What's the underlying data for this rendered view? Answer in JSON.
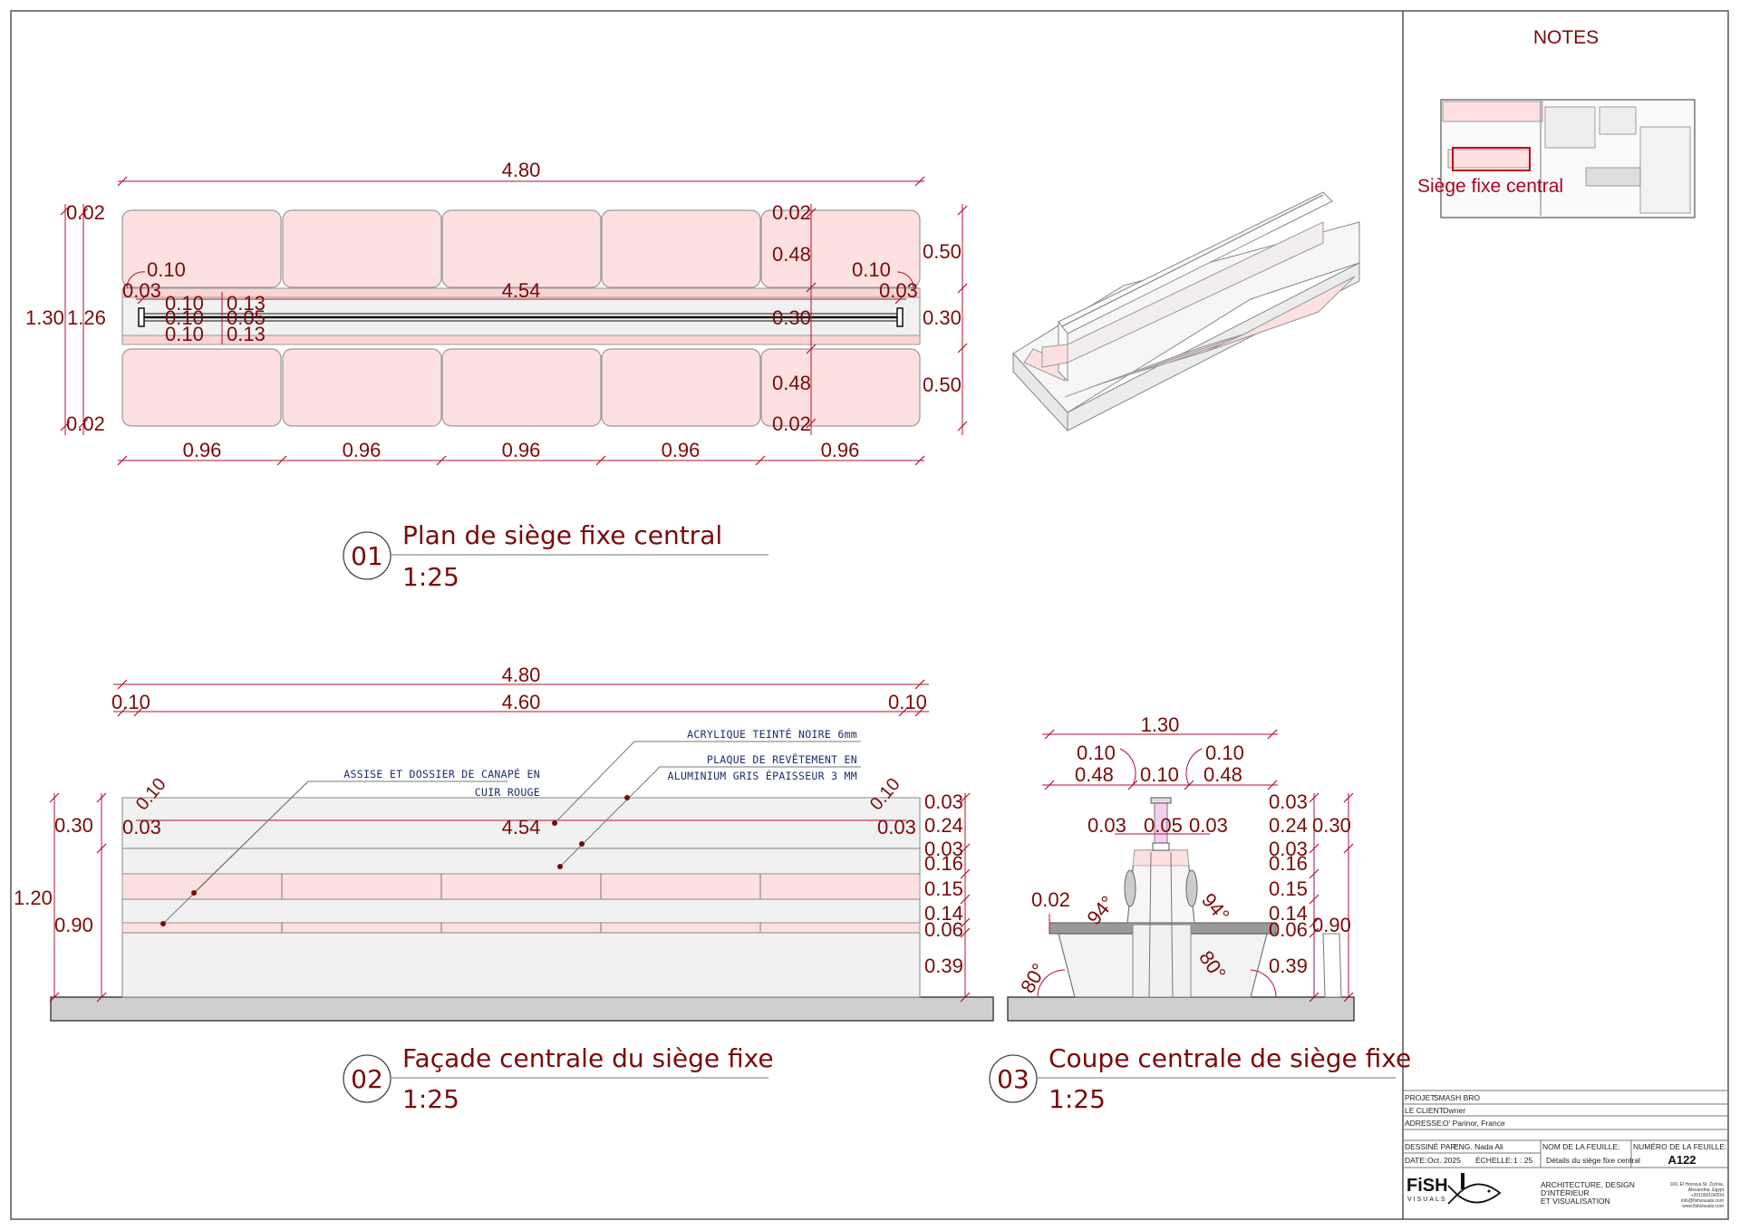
{
  "notes_title": "NOTES",
  "key_plan_label": "Siège fixe central",
  "views": [
    {
      "number": "01",
      "title": "Plan de siège fixe central",
      "scale": "1:25"
    },
    {
      "number": "02",
      "title": "Façade centrale du siège fixe",
      "scale": "1:25"
    },
    {
      "number": "03",
      "title": "Coupe centrale de siège fixe",
      "scale": "1:25"
    }
  ],
  "plan_dims": {
    "overall_length": "4.80",
    "module_widths": [
      "0.96",
      "0.96",
      "0.96",
      "0.96",
      "0.96"
    ],
    "overall_depth": "1.30",
    "inner_depth": "1.26",
    "edge_top": "0.02",
    "edge_bottom": "0.02",
    "edge_right_top": "0.02",
    "edge_right_bottom": "0.02",
    "seat_top": "0.48",
    "seat_bottom": "0.48",
    "back_right_top": "0.50",
    "back_right_bottom": "0.50",
    "center_right": "0.30",
    "center_inner": "0.30",
    "rail_length": "4.54",
    "rail_end_left": "0.10",
    "rail_end_right": "0.10",
    "rail_offset_left": "0.03",
    "rail_offset_right": "0.03",
    "stack_a": "0.10",
    "stack_b": "0.10",
    "stack_c": "0.10",
    "stack_d": "0.13",
    "stack_e": "0.05",
    "stack_f": "0.13"
  },
  "facade_dims": {
    "overall_length": "4.80",
    "left_margin": "0.10",
    "middle": "4.60",
    "right_margin": "0.10",
    "panel_length": "4.54",
    "panel_end_left": "0.10",
    "panel_end_right": "0.10",
    "panel_offset_left": "0.03",
    "panel_offset_right": "0.03",
    "total_height": "1.20",
    "upper_height": "0.30",
    "lower_height": "0.90",
    "right_stack": [
      "0.03",
      "0.24",
      "0.03",
      "0.16",
      "0.15",
      "0.14",
      "0.06",
      "0.39"
    ]
  },
  "annotations": {
    "leather": [
      "ASSISE ET DOSSIER DE CANAPÉ EN",
      "CUIR ROUGE"
    ],
    "acrylic": "ACRYLIQUE TEINTÉ NOIRE 6mm",
    "aluminium": [
      "PLAQUE DE REVÊTEMENT EN",
      "ALUMINIUM GRIS ÉPAISSEUR 3 MM"
    ]
  },
  "section_dims": {
    "overall_width": "1.30",
    "top_left_a": "0.10",
    "top_right_a": "0.10",
    "seat_left": "0.48",
    "center": "0.10",
    "seat_right": "0.48",
    "glass_left": "0.03",
    "glass_mid": "0.05",
    "glass_right": "0.03",
    "edge_left": "0.02",
    "angle_back_left": "94°",
    "angle_back_right": "94°",
    "angle_base_left": "80°",
    "angle_base_right": "80°",
    "right_stack": [
      "0.03",
      "0.24",
      "0.03",
      "0.16",
      "0.15",
      "0.14",
      "0.06",
      "0.39"
    ],
    "upper_height": "0.30",
    "lower_height": "0.90"
  },
  "title_block": {
    "project_label": "PROJET:",
    "project": "SMASH BRO",
    "client_label": "LE CLIENT:",
    "client": "Owner",
    "address_label": "ADRESSE:",
    "address": "O' Parinor, France",
    "drawn_label": "DESSINÉ PAR:",
    "drawn": "ENG. Nada Ali",
    "date_label": "DATE:",
    "date": "Oct. 2025",
    "scale_label": "ÉCHELLE:",
    "scale": "1 : 25",
    "sheet_name_label": "NOM DE LA FEUILLE:",
    "sheet_name": "Détails du siège fixe central",
    "sheet_number_label": "NUMÉRO DE LA FEUILLE:",
    "sheet_number": "A122",
    "logo_text": "FiSH",
    "logo_sub": "VISUALS",
    "services": [
      "ARCHITECTURE, DESIGN",
      "D'INTÉRIEUR",
      "ET VISUALISATION"
    ],
    "contact": [
      "100, El Horreya St. Zizinia,",
      "Alexandria, Egypt",
      "+201000104204",
      "info@fishvisuals.com",
      "www.fishvisuals.com"
    ]
  }
}
